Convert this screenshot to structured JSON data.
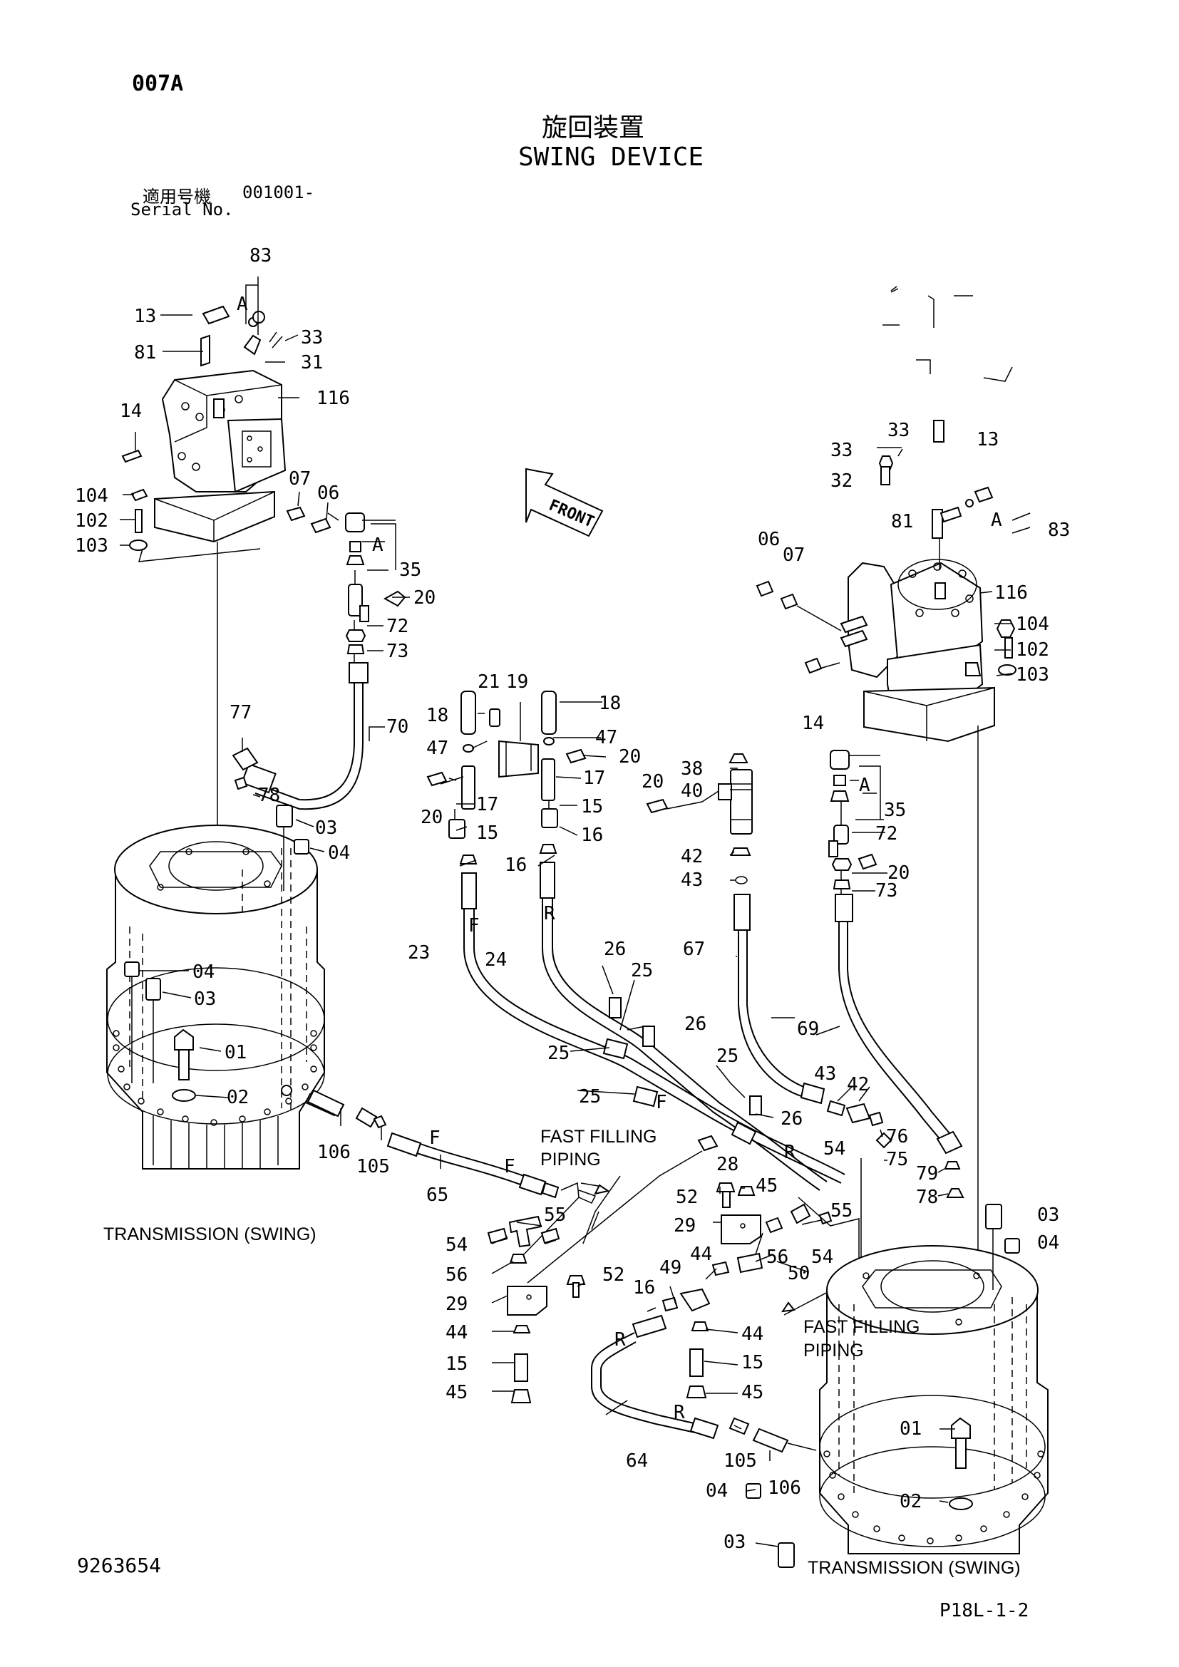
{
  "header": {
    "page_code": "007A",
    "title_jp": "旋回装置",
    "title_en": "SWING DEVICE",
    "serial_label_jp": "適用号機",
    "serial_value": "001001-",
    "serial_label_en": "Serial No."
  },
  "footer": {
    "doc_number": "9263654",
    "page_ref": "P18L-1-2"
  },
  "diagram": {
    "front_label": "FRONT",
    "view_marker": "A",
    "captions": {
      "transmission_left": "TRANSMISSION (SWING)",
      "transmission_right": "TRANSMISSION (SWING)",
      "fast_filling_left_1": "FAST FILLING",
      "fast_filling_left_2": "PIPING",
      "fast_filling_right_1": "FAST FILLING",
      "fast_filling_right_2": "PIPING"
    },
    "hose_markers": {
      "forward": "F",
      "reverse": "R"
    },
    "callouts": [
      "83",
      "13",
      "81",
      "33",
      "31",
      "116",
      "14",
      "104",
      "102",
      "103",
      "07",
      "06",
      "35",
      "20",
      "72",
      "73",
      "70",
      "77",
      "78",
      "03",
      "04",
      "04",
      "03",
      "01",
      "02",
      "106",
      "105",
      "65",
      "21",
      "19",
      "18",
      "18",
      "47",
      "47",
      "20",
      "20",
      "17",
      "17",
      "15",
      "15",
      "16",
      "16",
      "23",
      "24",
      "26",
      "25",
      "26",
      "25",
      "25",
      "25",
      "26",
      "38",
      "40",
      "20",
      "42",
      "43",
      "67",
      "69",
      "43",
      "42",
      "76",
      "75",
      "54",
      "79",
      "78",
      "28",
      "52",
      "45",
      "29",
      "56",
      "55",
      "54",
      "44",
      "49",
      "50",
      "16",
      "44",
      "15",
      "45",
      "64",
      "105",
      "106",
      "04",
      "03",
      "55",
      "54",
      "56",
      "52",
      "29",
      "44",
      "15",
      "45",
      "33",
      "33",
      "13",
      "32",
      "81",
      "83",
      "06",
      "07",
      "116",
      "104",
      "102",
      "103",
      "14",
      "35",
      "72",
      "20",
      "73",
      "03",
      "04",
      "01",
      "02"
    ]
  }
}
